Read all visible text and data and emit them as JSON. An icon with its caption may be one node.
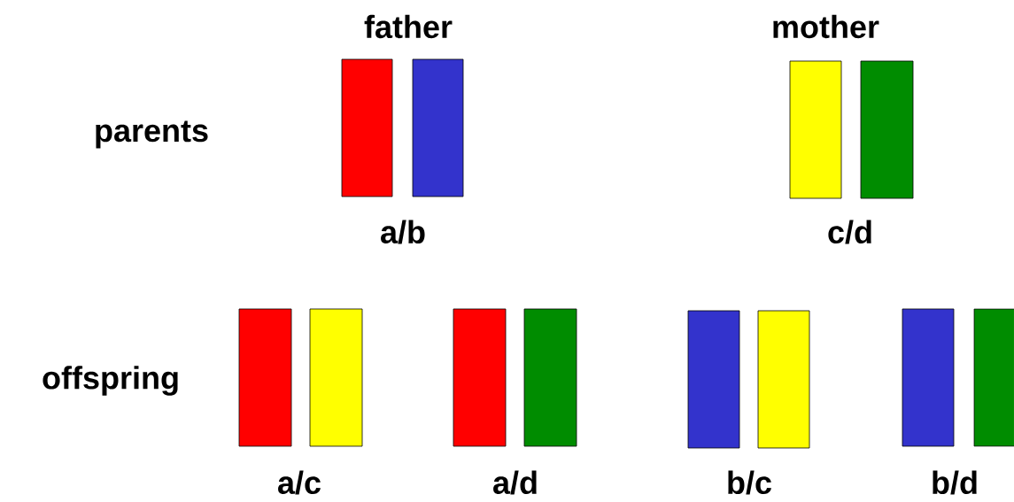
{
  "diagram": {
    "nodes": [
      {
        "text": [],
        "shape": "bar"
      },
      {
        "text": [],
        "shape": "bar"
      },
      {
        "text": [],
        "shape": "bar"
      },
      {
        "text": [],
        "shape": "bar"
      },
      {
        "text": [],
        "shape": "bar"
      },
      {
        "text": [],
        "shape": "bar"
      },
      {
        "text": [],
        "shape": "bar"
      },
      {
        "text": [],
        "shape": "bar"
      },
      {
        "text": [],
        "shape": "bar"
      },
      {
        "text": [],
        "shape": "bar"
      },
      {
        "text": [],
        "shape": "bar"
      },
      {
        "text": [],
        "shape": "bar"
      }
    ],
    "labels": [
      "father",
      "mother",
      "parents",
      "a/b",
      "c/d",
      "offspring",
      "a/c",
      "a/d",
      "b/c",
      "b/d"
    ]
  }
}
